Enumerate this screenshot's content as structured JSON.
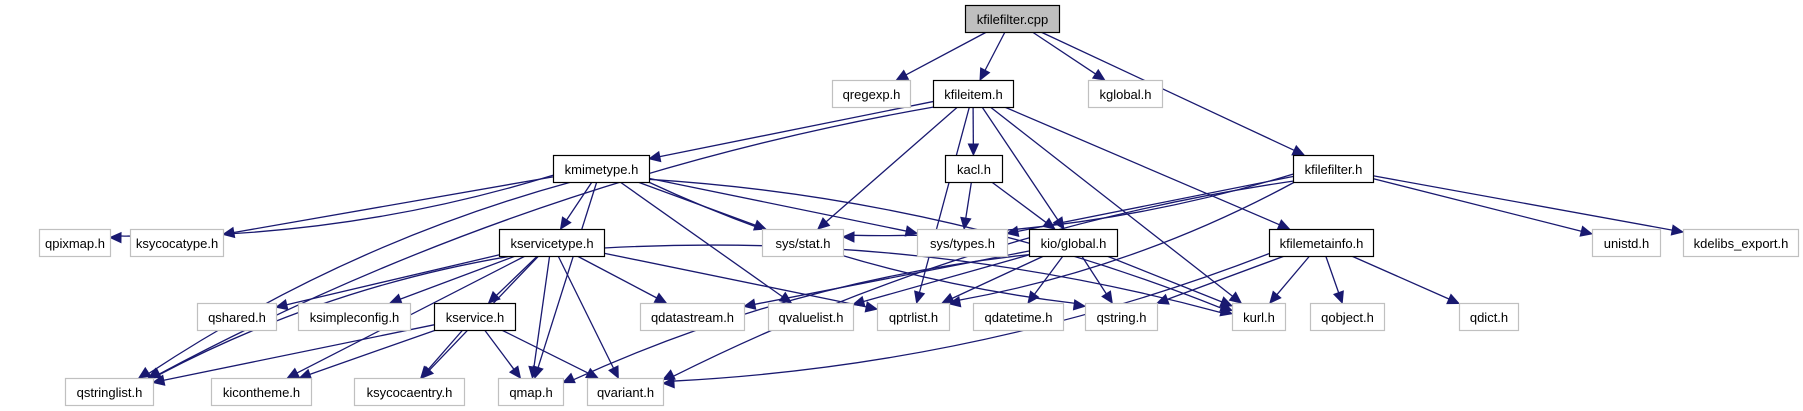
{
  "title": "kfilefilter.cpp include dependency graph",
  "colors": {
    "edge": "#191970",
    "root_fill": "#bfbfbf",
    "documented_border": "#000000",
    "external_border": "#c0c0c0",
    "node_fill": "#ffffff"
  },
  "nodes": [
    {
      "id": "kfilefilter_cpp",
      "label": "kfilefilter.cpp",
      "kind": "root"
    },
    {
      "id": "qregexp_h",
      "label": "qregexp.h",
      "kind": "external"
    },
    {
      "id": "kfileitem_h",
      "label": "kfileitem.h",
      "kind": "documented"
    },
    {
      "id": "kglobal_h",
      "label": "kglobal.h",
      "kind": "external"
    },
    {
      "id": "kmimetype_h",
      "label": "kmimetype.h",
      "kind": "documented"
    },
    {
      "id": "kacl_h",
      "label": "kacl.h",
      "kind": "documented"
    },
    {
      "id": "kfilefilter_h",
      "label": "kfilefilter.h",
      "kind": "documented"
    },
    {
      "id": "qpixmap_h",
      "label": "qpixmap.h",
      "kind": "external"
    },
    {
      "id": "ksycocatype_h",
      "label": "ksycocatype.h",
      "kind": "external"
    },
    {
      "id": "kservicetype_h",
      "label": "kservicetype.h",
      "kind": "documented"
    },
    {
      "id": "sys_stat_h",
      "label": "sys/stat.h",
      "kind": "external"
    },
    {
      "id": "sys_types_h",
      "label": "sys/types.h",
      "kind": "external"
    },
    {
      "id": "kio_global_h",
      "label": "kio/global.h",
      "kind": "documented"
    },
    {
      "id": "kfilemetainfo_h",
      "label": "kfilemetainfo.h",
      "kind": "documented"
    },
    {
      "id": "unistd_h",
      "label": "unistd.h",
      "kind": "external"
    },
    {
      "id": "kdelibs_export_h",
      "label": "kdelibs_export.h",
      "kind": "external"
    },
    {
      "id": "qshared_h",
      "label": "qshared.h",
      "kind": "external"
    },
    {
      "id": "ksimpleconfig_h",
      "label": "ksimpleconfig.h",
      "kind": "external"
    },
    {
      "id": "kservice_h",
      "label": "kservice.h",
      "kind": "documented"
    },
    {
      "id": "qdatastream_h",
      "label": "qdatastream.h",
      "kind": "external"
    },
    {
      "id": "qvaluelist_h",
      "label": "qvaluelist.h",
      "kind": "external"
    },
    {
      "id": "qptrlist_h",
      "label": "qptrlist.h",
      "kind": "external"
    },
    {
      "id": "qdatetime_h",
      "label": "qdatetime.h",
      "kind": "external"
    },
    {
      "id": "qstring_h",
      "label": "qstring.h",
      "kind": "external"
    },
    {
      "id": "kurl_h",
      "label": "kurl.h",
      "kind": "external"
    },
    {
      "id": "qobject_h",
      "label": "qobject.h",
      "kind": "external"
    },
    {
      "id": "qdict_h",
      "label": "qdict.h",
      "kind": "external"
    },
    {
      "id": "qstringlist_h",
      "label": "qstringlist.h",
      "kind": "external"
    },
    {
      "id": "kicontheme_h",
      "label": "kicontheme.h",
      "kind": "external"
    },
    {
      "id": "ksycocaentry_h",
      "label": "ksycocaentry.h",
      "kind": "external"
    },
    {
      "id": "qmap_h",
      "label": "qmap.h",
      "kind": "external"
    },
    {
      "id": "qvariant_h",
      "label": "qvariant.h",
      "kind": "external"
    }
  ],
  "edges": [
    [
      "kfilefilter_cpp",
      "qregexp_h"
    ],
    [
      "kfilefilter_cpp",
      "kfileitem_h"
    ],
    [
      "kfilefilter_cpp",
      "kglobal_h"
    ],
    [
      "kfilefilter_cpp",
      "kfilefilter_h"
    ],
    [
      "kfileitem_h",
      "kmimetype_h"
    ],
    [
      "kfileitem_h",
      "kacl_h"
    ],
    [
      "kfileitem_h",
      "sys_stat_h"
    ],
    [
      "kfileitem_h",
      "kio_global_h"
    ],
    [
      "kfileitem_h",
      "qptrlist_h"
    ],
    [
      "kfileitem_h",
      "kurl_h"
    ],
    [
      "kfileitem_h",
      "kfilemetainfo_h"
    ],
    [
      "kfileitem_h",
      "qstringlist_h"
    ],
    [
      "kmimetype_h",
      "qpixmap_h"
    ],
    [
      "kmimetype_h",
      "ksycocatype_h"
    ],
    [
      "kmimetype_h",
      "kservicetype_h"
    ],
    [
      "kmimetype_h",
      "sys_stat_h"
    ],
    [
      "kmimetype_h",
      "sys_types_h"
    ],
    [
      "kmimetype_h",
      "qvaluelist_h"
    ],
    [
      "kmimetype_h",
      "kurl_h"
    ],
    [
      "kmimetype_h",
      "qstringlist_h"
    ],
    [
      "kmimetype_h",
      "qmap_h"
    ],
    [
      "kmimetype_h",
      "qstring_h"
    ],
    [
      "kacl_h",
      "sys_types_h"
    ],
    [
      "kacl_h",
      "kio_global_h"
    ],
    [
      "kfilefilter_h",
      "sys_stat_h"
    ],
    [
      "kfilefilter_h",
      "sys_types_h"
    ],
    [
      "kfilefilter_h",
      "unistd_h"
    ],
    [
      "kfilefilter_h",
      "kdelibs_export_h"
    ],
    [
      "kfilefilter_h",
      "qptrlist_h"
    ],
    [
      "kfilefilter_h",
      "qvariant_h"
    ],
    [
      "kservicetype_h",
      "qshared_h"
    ],
    [
      "kservicetype_h",
      "ksimpleconfig_h"
    ],
    [
      "kservicetype_h",
      "kservice_h"
    ],
    [
      "kservicetype_h",
      "qdatastream_h"
    ],
    [
      "kservicetype_h",
      "qptrlist_h"
    ],
    [
      "kservicetype_h",
      "qmap_h"
    ],
    [
      "kservicetype_h",
      "qvariant_h"
    ],
    [
      "kservicetype_h",
      "qstringlist_h"
    ],
    [
      "kservicetype_h",
      "kicontheme_h"
    ],
    [
      "kservicetype_h",
      "ksycocaentry_h"
    ],
    [
      "kservicetype_h",
      "kurl_h"
    ],
    [
      "kio_global_h",
      "qdatastream_h"
    ],
    [
      "kio_global_h",
      "qvaluelist_h"
    ],
    [
      "kio_global_h",
      "qptrlist_h"
    ],
    [
      "kio_global_h",
      "qdatetime_h"
    ],
    [
      "kio_global_h",
      "qstring_h"
    ],
    [
      "kio_global_h",
      "kurl_h"
    ],
    [
      "kio_global_h",
      "qmap_h"
    ],
    [
      "kfilemetainfo_h",
      "kurl_h"
    ],
    [
      "kfilemetainfo_h",
      "qobject_h"
    ],
    [
      "kfilemetainfo_h",
      "qdict_h"
    ],
    [
      "kfilemetainfo_h",
      "qstring_h"
    ],
    [
      "kfilemetainfo_h",
      "qvariant_h"
    ],
    [
      "kservice_h",
      "qstringlist_h"
    ],
    [
      "kservice_h",
      "kicontheme_h"
    ],
    [
      "kservice_h",
      "ksycocaentry_h"
    ],
    [
      "kservice_h",
      "qmap_h"
    ],
    [
      "kservice_h",
      "qvariant_h"
    ]
  ]
}
